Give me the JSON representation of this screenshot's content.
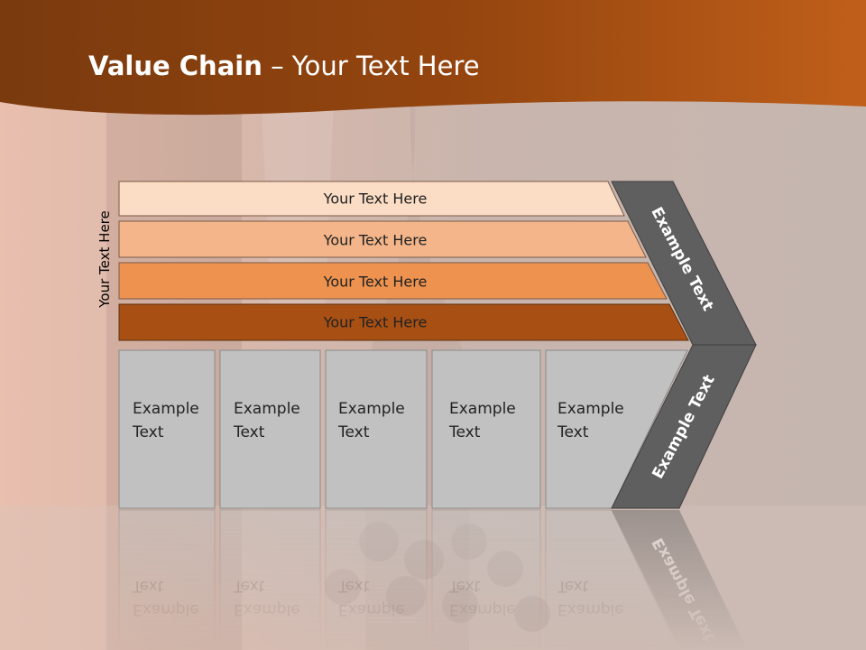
{
  "slide": {
    "title_bold": "Value Chain",
    "title_rest": " – Your Text Here",
    "side_label": "Your Text Here"
  },
  "bars": [
    {
      "label": "Your Text Here",
      "color": "#fbdcc4"
    },
    {
      "label": "Your Text Here",
      "color": "#f3b589"
    },
    {
      "label": "Your Text Here",
      "color": "#ed924f"
    },
    {
      "label": "Your Text Here",
      "color": "#a84f14"
    }
  ],
  "boxes": [
    {
      "line1": "Example",
      "line2": "Text"
    },
    {
      "line1": "Example",
      "line2": "Text"
    },
    {
      "line1": "Example",
      "line2": "Text"
    },
    {
      "line1": "Example",
      "line2": "Text"
    },
    {
      "line1": "Example",
      "line2": "Text"
    }
  ],
  "chevron": {
    "upper_label": "Example Text",
    "lower_label": "Example Text",
    "color": "#5f5f5f"
  },
  "colors": {
    "header": "#8a420f",
    "box_fill": "#c1c1c1"
  }
}
